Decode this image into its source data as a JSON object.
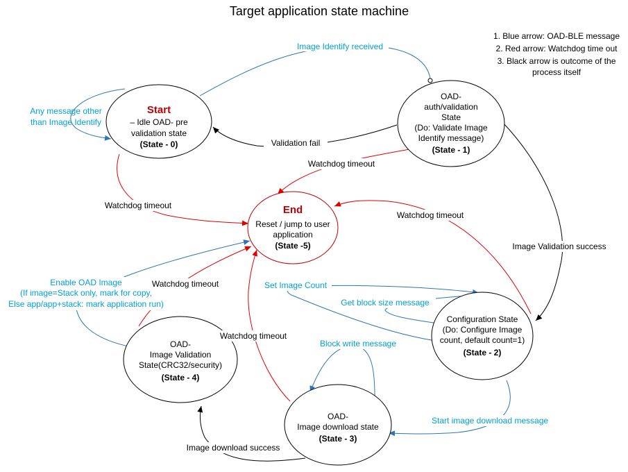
{
  "title": "Target application state machine",
  "legend": [
    "1. Blue arrow: OAD-BLE message",
    "2. Red arrow: Watchdog time out",
    "3. Black arrow is outcome of the",
    "process itself"
  ],
  "colors": {
    "blue_arrow": "#2e75b6",
    "blue_label": "#00a0d8",
    "red": "#e00000",
    "heading_red": "#c00000",
    "black": "#000000"
  },
  "states": {
    "s0": {
      "heading": "Start",
      "lines": [
        "– Idle OAD- pre",
        "validation state"
      ],
      "id": "(State - 0)"
    },
    "s1": {
      "lines": [
        "OAD-",
        "auth/validation",
        "State",
        "(Do: Validate Image",
        "Identify message)"
      ],
      "id": "(State - 1)"
    },
    "s5": {
      "heading": "End",
      "lines": [
        "Reset / jump to user",
        "application"
      ],
      "id": "(State -5)"
    },
    "s2": {
      "lines": [
        "Configuration State",
        "(Do: Configure Image",
        "count, default count=1)"
      ],
      "id": "(State - 2)"
    },
    "s4": {
      "lines": [
        "OAD-",
        "Image Validation",
        "State(CRC32/security)"
      ],
      "id": "(State - 4)"
    },
    "s3": {
      "lines": [
        "OAD-",
        "Image download state"
      ],
      "id": "(State - 3)"
    }
  },
  "labels": {
    "image_identify": "Image Identify received",
    "any_message": [
      "Any message other",
      "than Image Identify"
    ],
    "validation_fail": "Validation fail",
    "wd_s1": "Watchdog timeout",
    "wd_s0": "Watchdog timeout",
    "wd_s2": "Watchdog timeout",
    "image_validation_success": "Image Validation success",
    "enable_oad": [
      "Enable OAD Image",
      "(If image=Stack only, mark for copy,",
      "Else app/app+stack: mark application run)"
    ],
    "wd_s4": "Watchdog timeout",
    "set_image_count": "Set Image Count",
    "get_block_size": "Get block size message",
    "wd_s3": "Watchdog timeout",
    "block_write": "Block write message",
    "start_download": "Start image download message",
    "image_download_success": "Image download success"
  }
}
